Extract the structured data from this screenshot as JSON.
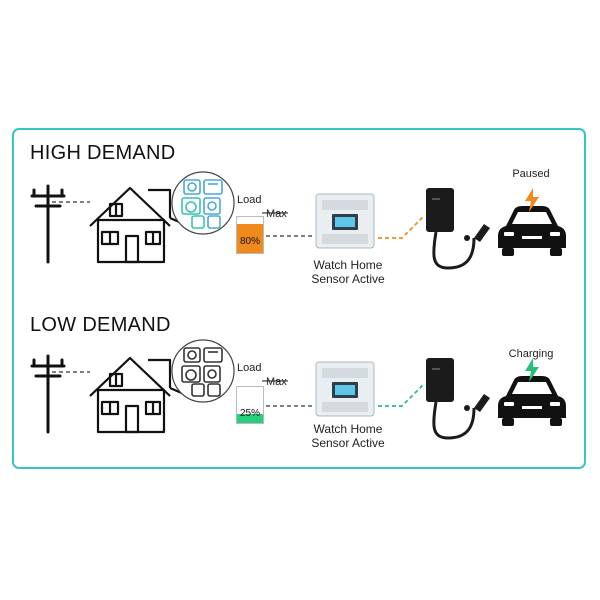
{
  "colors": {
    "frame": "#39c4c4",
    "high_load": "#f08a1c",
    "low_load": "#26d07c",
    "bolt_paused": "#f08a1c",
    "bolt_charging": "#26c07a",
    "appliance_blue": "#4aa8d8",
    "appliance_teal": "#39c4b0"
  },
  "sections": [
    {
      "id": "high",
      "title": "HIGH DEMAND",
      "load_label": "Load",
      "max_label": "Max",
      "load_percent_text": "80%",
      "load_level": 0.8,
      "sensor_caption_line1": "Watch Home",
      "sensor_caption_line2": "Sensor Active",
      "car_status": "Paused"
    },
    {
      "id": "low",
      "title": "LOW DEMAND",
      "load_label": "Load",
      "max_label": "Max",
      "load_percent_text": "25%",
      "load_level": 0.25,
      "sensor_caption_line1": "Watch Home",
      "sensor_caption_line2": "Sensor Active",
      "car_status": "Charging"
    }
  ],
  "icons": {
    "utility_pole": "utility-pole-icon",
    "house": "house-icon",
    "appliances": "appliances-icon",
    "sensor": "home-sensor-device-icon",
    "charger": "wall-charger-icon",
    "car": "car-icon",
    "bolt": "lightning-bolt-icon"
  }
}
